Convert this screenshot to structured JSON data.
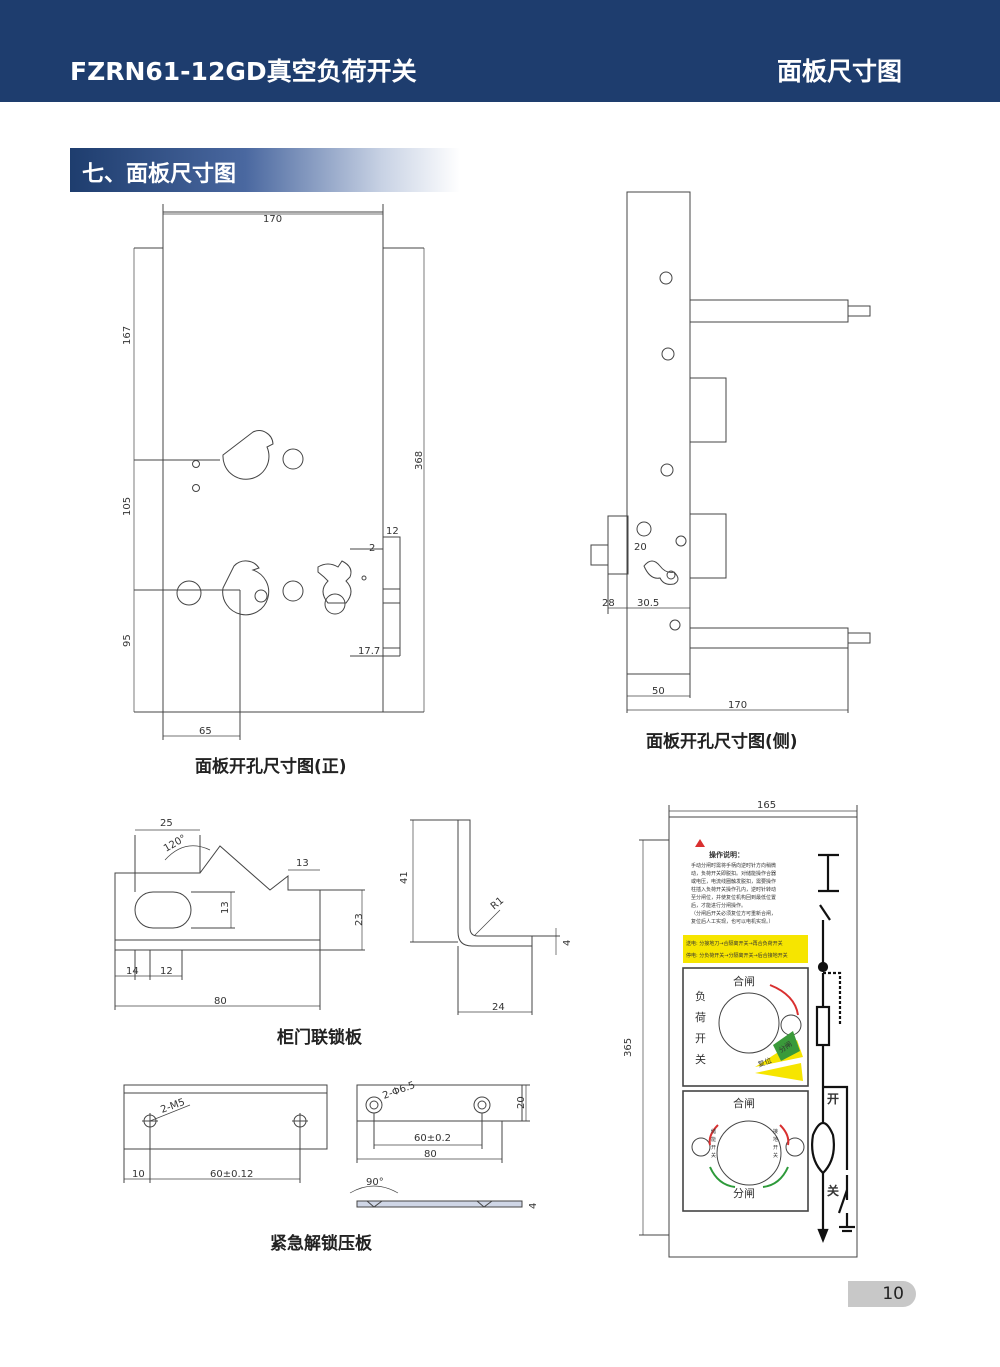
{
  "header": {
    "product": "FZRN61-12GD真空负荷开关",
    "section": "面板尺寸图"
  },
  "section_title": "七、面板尺寸图",
  "captions": {
    "front": "面板开孔尺寸图(正)",
    "side": "面板开孔尺寸图(侧)",
    "interlock": "柜门联锁板",
    "unlock": "紧急解锁压板"
  },
  "front_dims": {
    "width": "170",
    "h1": "167",
    "h2": "105",
    "h3": "95",
    "total": "368",
    "bottom": "65",
    "d12": "12",
    "d2": "2",
    "d177": "17.7"
  },
  "side_dims": {
    "d20": "20",
    "d28": "28",
    "d305": "30.5",
    "d50": "50",
    "d170": "170"
  },
  "interlock_dims": {
    "d25": "25",
    "angle": "120°",
    "d13a": "13",
    "d13b": "13",
    "d23": "23",
    "d14": "14",
    "d12": "12",
    "d80": "80",
    "d41": "41",
    "r1": "R1",
    "d4": "4",
    "d24": "24"
  },
  "unlock_dims": {
    "m5": "2-M5",
    "d10": "10",
    "d60a": "60±0.12",
    "phi": "2-Φ6.5",
    "d20": "20",
    "d60b": "60±0.2",
    "d80": "80",
    "angle": "90°",
    "d4": "4"
  },
  "panel": {
    "width": "165",
    "height": "365",
    "instr_title": "操作说明：",
    "instr_lines": [
      "手动分闸时需将手柄向逆时针方向稍微",
      "动，负荷开关即脱扣。对储能操作合器",
      "或电压，电流线圈触发脱扣，需要操作",
      "柱插入负荷开关操作孔内，逆时针转动",
      "至分闸位，并使复位机构回到最低位置",
      "后，才能进行分闸操作。",
      "（分闸后开关必须复位方可重新合闸，",
      "复位后人工实现，也可以电机实现。）"
    ],
    "flow1": "送电: 分接地刀→合隔离开关→再合负荷开关",
    "flow2": "停电: 分负荷开关→分隔离开关→后合接地开关",
    "box1_side": [
      "负",
      "荷",
      "开",
      "关"
    ],
    "box1_close": "合闸",
    "box1_tag1": "分闸",
    "box1_tag2": "复位",
    "box2_close": "合闸",
    "box2_open": "分闸",
    "box2_left": [
      "储",
      "能",
      "开",
      "关"
    ],
    "box2_right": [
      "接",
      "地",
      "开",
      "关"
    ],
    "mimic_open": "开",
    "mimic_close": "关"
  },
  "page_number": "10"
}
